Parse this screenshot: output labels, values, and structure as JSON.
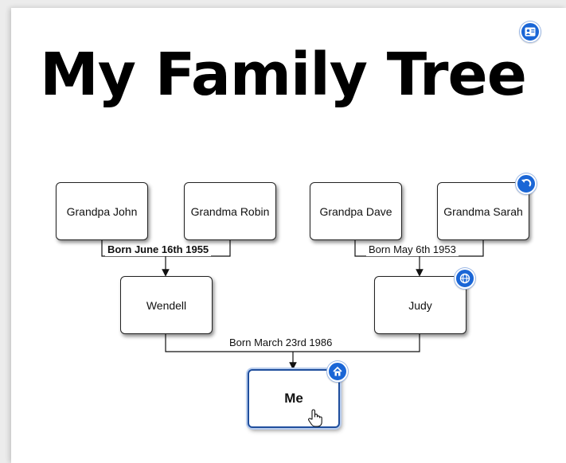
{
  "title": "My Family Tree",
  "nodes": {
    "grandpa_john": "Grandpa John",
    "grandma_robin": "Grandma Robin",
    "grandpa_dave": "Grandpa Dave",
    "grandma_sarah": "Grandma Sarah",
    "wendell": "Wendell",
    "judy": "Judy",
    "me": "Me"
  },
  "edges": {
    "wendell_birth": "Born June 16th 1955",
    "judy_birth": "Born May 6th 1953",
    "me_birth": "Born March 23rd 1986"
  },
  "icons": {
    "top_right": "contact-card-icon",
    "sarah_badge": "undo-arrow-icon",
    "judy_badge": "globe-icon",
    "me_badge": "home-icon"
  },
  "colors": {
    "accent": "#1a66d6",
    "selected_border": "#1f4e9c"
  }
}
